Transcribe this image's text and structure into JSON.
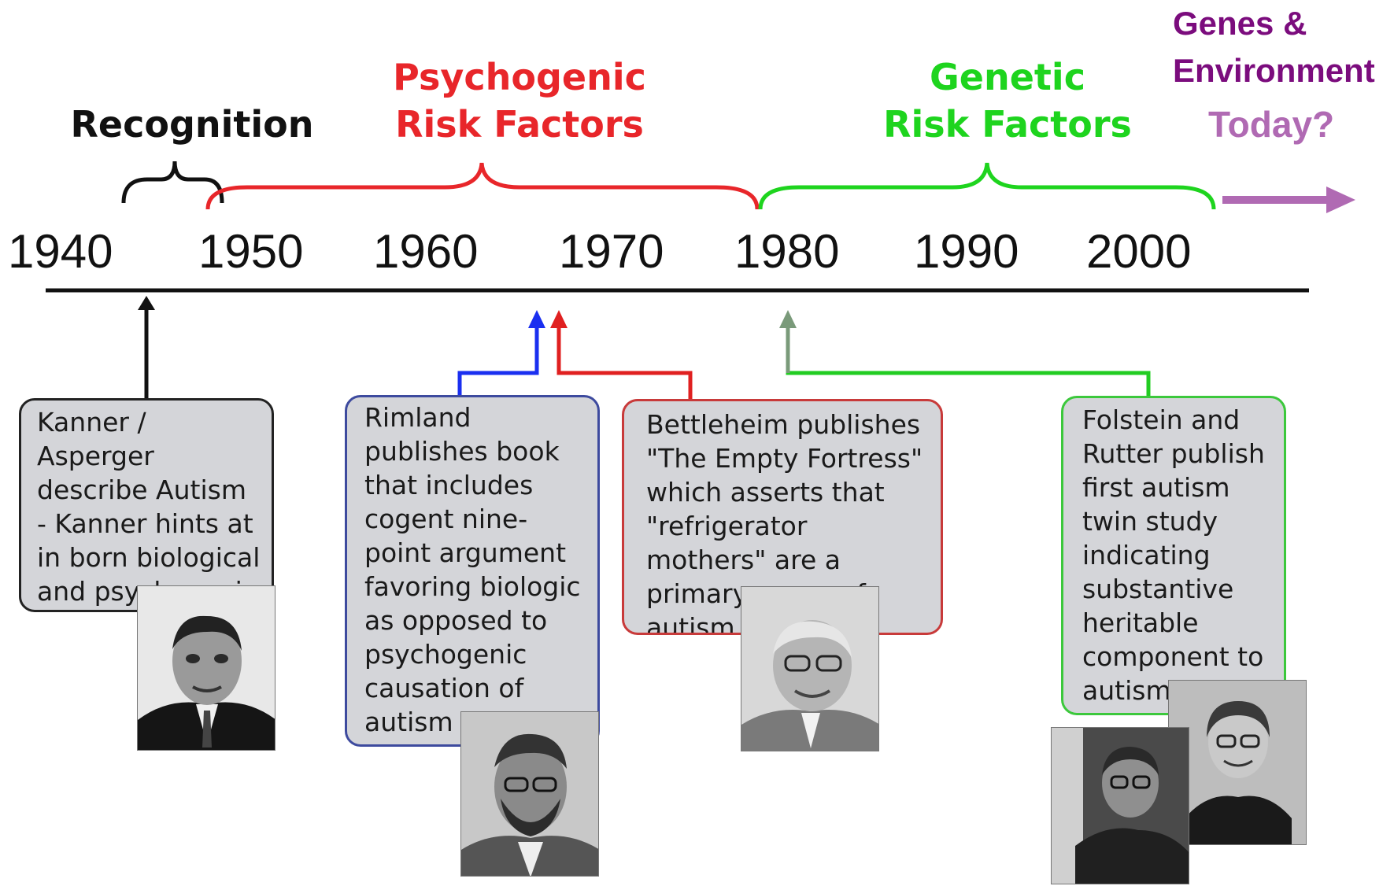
{
  "periods": {
    "recognition": {
      "label": "Recognition",
      "color": "#111111"
    },
    "psychogenic": {
      "line1": "Psychogenic",
      "line2": "Risk Factors",
      "color": "#e8262a"
    },
    "genetic": {
      "line1": "Genetic",
      "line2": "Risk Factors",
      "color": "#1ed41e"
    },
    "genes_environment": {
      "line1": "Genes &",
      "line2": "Environment",
      "color": "#7b0c7d"
    },
    "today": {
      "label": "Today?",
      "color": "#b06ab3"
    }
  },
  "years": [
    "1940",
    "1950",
    "1960",
    "1970",
    "1980",
    "1990",
    "2000"
  ],
  "events": [
    {
      "id": "kanner",
      "text": "Kanner / Asperger describe Autism - Kanner hints at in born biological and psychogenic factors",
      "border": "#222222",
      "connector": "#111111",
      "photo": "Portrait of Leo Kanner"
    },
    {
      "id": "rimland",
      "text": "Rimland publishes book that includes cogent nine-point argument favoring biologic as opposed to psychogenic causation of autism",
      "border": "#3d4a9e",
      "connector": "#1a2ff0",
      "photo": "Portrait of Bernard Rimland"
    },
    {
      "id": "bettelheim",
      "text": "Bettleheim publishes \"The Empty Fortress\" which asserts that \"refrigerator mothers\" are a primary cause of autism",
      "border": "#c83a3a",
      "connector": "#e02020",
      "photo": "Portrait of Bruno Bettelheim"
    },
    {
      "id": "folstein",
      "text": "Folstein and Rutter publish first autism twin study indicating substantive heritable component to autism",
      "border": "#3cc83c",
      "connector": "#22cc22",
      "photo": "Portraits of Michael Rutter and Susan Folstein"
    }
  ]
}
